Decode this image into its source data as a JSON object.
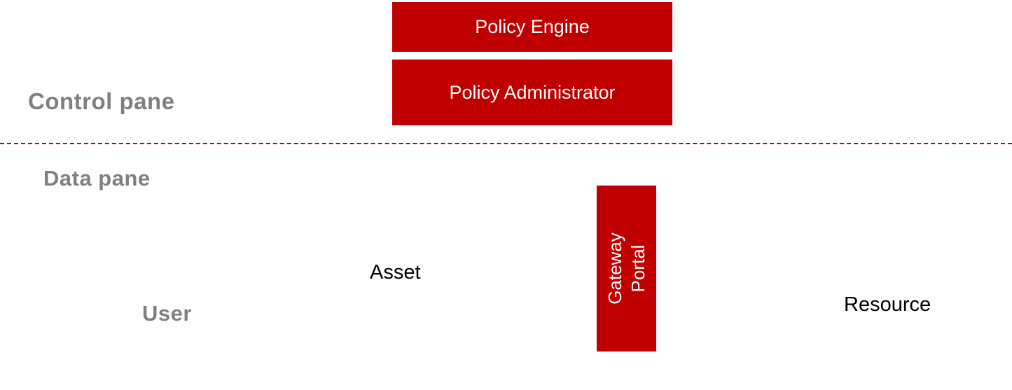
{
  "diagram": {
    "title_implied": "Zero Trust control/data plane diagram",
    "colors": {
      "box_fill": "#c00000",
      "box_text": "#ffffff",
      "pane_label_gray": "#808080",
      "node_label_black": "#000000",
      "divider_red": "#c00000",
      "background": "#ffffff"
    },
    "panes": {
      "control_pane_label": "Control pane",
      "data_pane_label": "Data pane"
    },
    "boxes": {
      "policy_engine_label": "Policy Engine",
      "policy_administrator_label": "Policy Administrator",
      "gateway_portal_line1": "Gateway",
      "gateway_portal_line2": "Portal"
    },
    "nodes": {
      "user_label": "User",
      "asset_label": "Asset",
      "resource_label": "Resource"
    }
  }
}
